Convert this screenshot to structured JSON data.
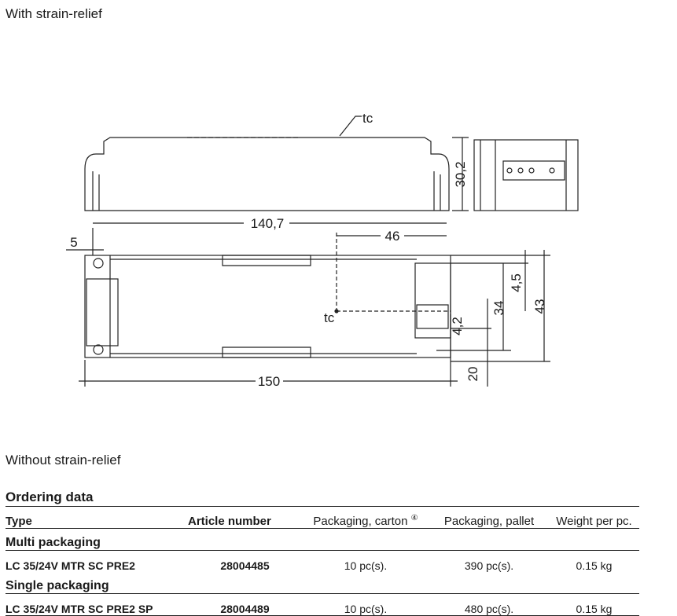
{
  "captions": {
    "with_strain_relief": "With strain-relief",
    "without_strain_relief": "Without strain-relief"
  },
  "drawing": {
    "tc_label": "tc",
    "dims": {
      "height_side": "30,2",
      "length_inner": "140,7",
      "five": "5",
      "forty_six": "46",
      "four_five": "4,5",
      "thirty_four": "34",
      "forty_three": "43",
      "four_two": "4,2",
      "twenty": "20",
      "one_fifty": "150"
    }
  },
  "ordering": {
    "title": "Ordering data",
    "headers": {
      "type": "Type",
      "article": "Article number",
      "carton": "Packaging, carton",
      "carton_note": "④",
      "pallet": "Packaging, pallet",
      "weight": "Weight per pc."
    },
    "groups": [
      {
        "name": "Multi packaging",
        "rows": [
          {
            "type": "LC 35/24V MTR SC PRE2",
            "article": "28004485",
            "carton": "10 pc(s).",
            "pallet": "390 pc(s).",
            "weight": "0.15 kg"
          }
        ]
      },
      {
        "name": "Single packaging",
        "rows": [
          {
            "type": "LC 35/24V MTR SC PRE2 SP",
            "article": "28004489",
            "carton": "10 pc(s).",
            "pallet": "480 pc(s).",
            "weight": "0.15 kg"
          }
        ]
      }
    ]
  }
}
